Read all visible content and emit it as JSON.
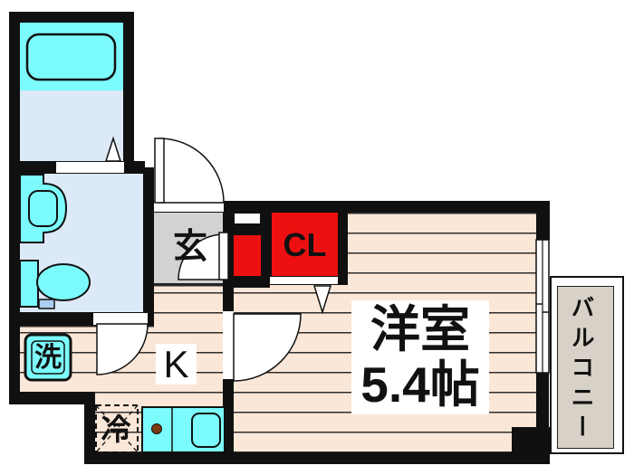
{
  "floorplan": {
    "labels": {
      "entrance": "玄",
      "washing_machine": "洗",
      "kitchen": "K",
      "refrigerator": "冷",
      "closet": "CL",
      "main_room": "洋室",
      "main_room_size": "5.4帖",
      "balcony": "バルコニー"
    },
    "colors": {
      "fixture_cyan": "#7CFBFD",
      "bath_floor_blue": "#DCE9F6",
      "closet_red": "#EE1010",
      "entrance_gray": "#D2D2D2",
      "flooring_peach": "#FBE7D8",
      "balcony_beige": "#D8D1C7",
      "wall_black": "#101010",
      "burner_brown": "#7B3B10"
    },
    "fixtures": [
      "bathtub",
      "wash-basin",
      "toilet",
      "washing-machine-space",
      "refrigerator-space",
      "stove-burner",
      "kitchen-sink",
      "sliding-window",
      "hinged-door",
      "entry-door"
    ]
  }
}
